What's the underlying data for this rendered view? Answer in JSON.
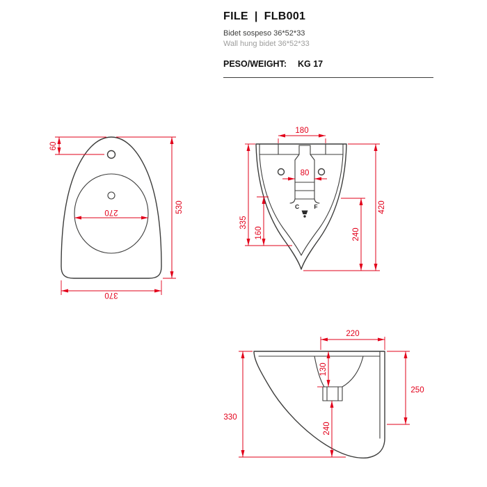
{
  "header": {
    "series_name": "FILE",
    "separator": "|",
    "model_code": "FLB001",
    "description_it": "Bidet sospeso 36*52*33",
    "description_en": "Wall hung bidet 36*52*33",
    "weight_label": "PESO/WEIGHT:",
    "weight_value": "KG 17"
  },
  "colors": {
    "dimension_red": "#e2001a",
    "drawing_line": "#3c3c3b",
    "muted_gray": "#9d9d9c"
  },
  "views": {
    "top": {
      "tap_hole_offset": "60",
      "overall_depth": "530",
      "basin_width": "270",
      "overall_width": "370"
    },
    "rear": {
      "fixing_centres": "180",
      "drain_width": "80",
      "height_to_inlet": "335",
      "height_to_trap": "160",
      "height_lower": "240",
      "height_overall": "420",
      "hot_water_label": "C",
      "cold_water_label": "F"
    },
    "side": {
      "depth_rear": "220",
      "rim_to_drain": "130",
      "wall_height": "250",
      "height_overall": "330",
      "drain_to_bottom": "240"
    }
  }
}
